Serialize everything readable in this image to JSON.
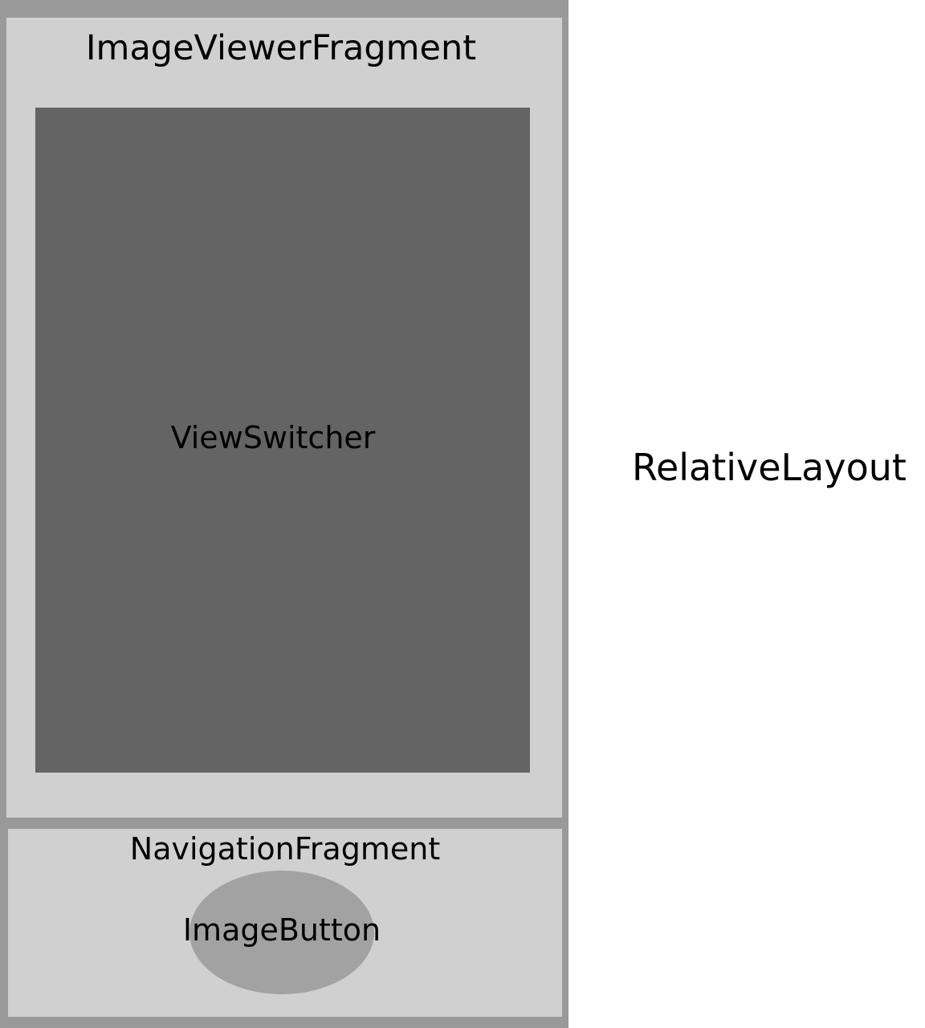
{
  "relative_layout": {
    "label": "RelativeLayout",
    "color": "#999999"
  },
  "image_viewer_fragment": {
    "label": "ImageViewerFragment",
    "color": "#d0d0d0",
    "view_switcher": {
      "label": "ViewSwitcher",
      "color": "#646464"
    }
  },
  "navigation_fragment": {
    "label": "NavigationFragment",
    "color": "#d0d0d0",
    "image_button": {
      "label": "ImageButton",
      "color": "#a2a2a2"
    }
  }
}
